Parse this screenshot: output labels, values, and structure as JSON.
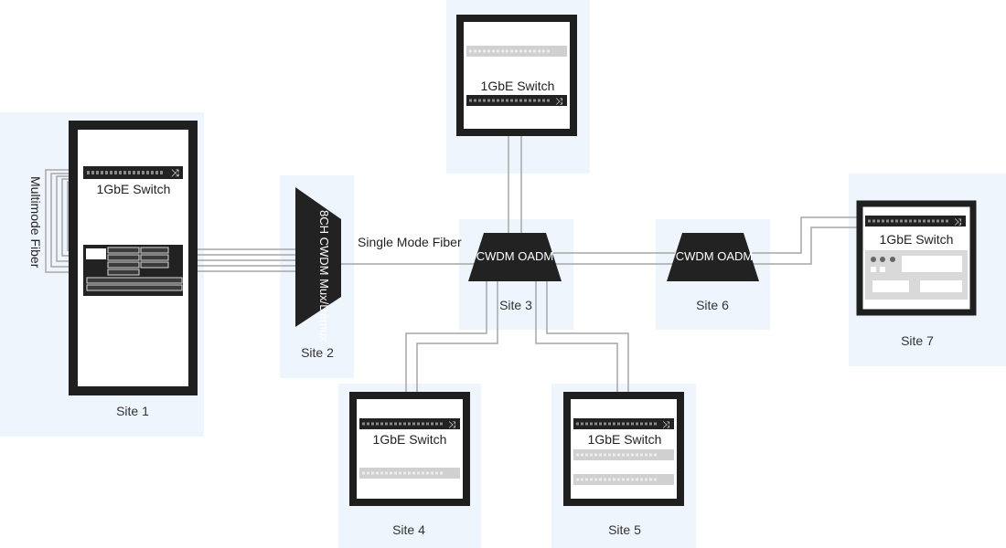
{
  "sites": {
    "site1": "Site 1",
    "site2": "Site 2",
    "site3": "Site 3",
    "site4": "Site 4",
    "site5": "Site 5",
    "site6": "Site 6",
    "site7": "Site 7"
  },
  "devices": {
    "switch_label": "1GbE Switch",
    "mux_demux": "8CH CWDM Mux/Demux",
    "oadm_site3": "CWDM OADM",
    "oadm_site6": "CWDM OADM"
  },
  "links": {
    "multimode": "Multimode Fiber",
    "single_mode": "Single Mode Fiber"
  },
  "icons": {
    "switch": "switch-icon",
    "shuffle": "shuffle-icon"
  },
  "colors": {
    "site_bg": "#eef5fc",
    "rack": "#1f1f1f",
    "switch_body": "#222222",
    "switch_ghost": "#d0d0d0",
    "fiber": "#a6a6a6"
  }
}
